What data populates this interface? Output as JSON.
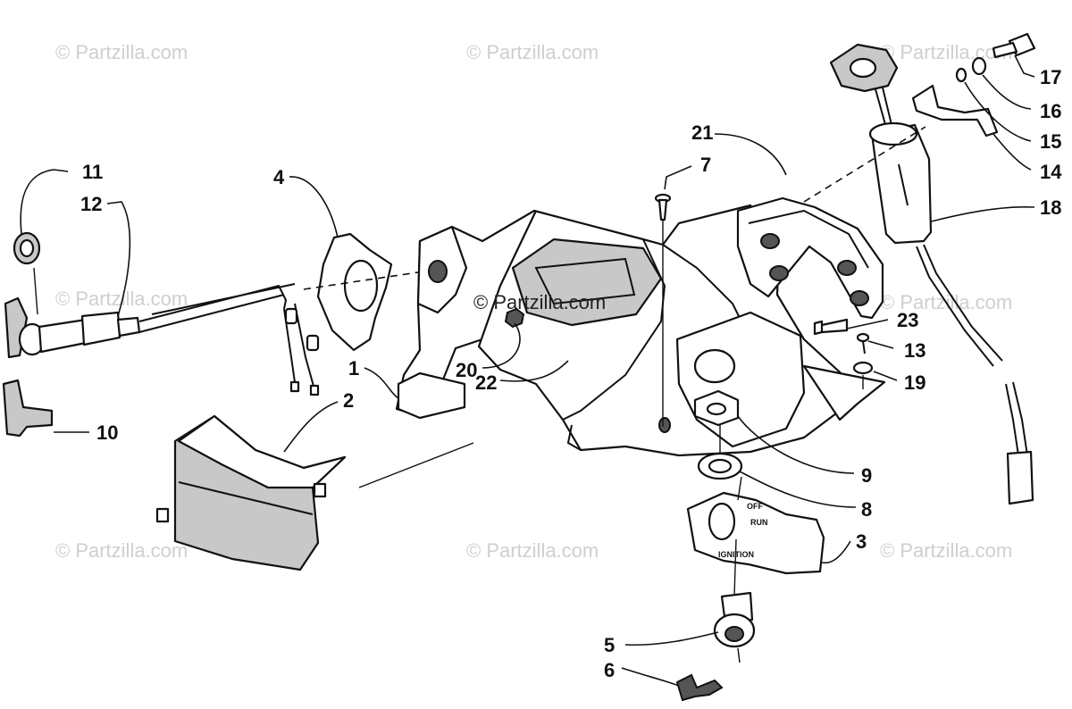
{
  "watermark": {
    "text": "© Partzilla.com",
    "center_text": "© Partzilla.com"
  },
  "switch_labels": {
    "off": "OFF",
    "run": "RUN",
    "ignition": "IGNITION"
  },
  "callouts": [
    {
      "id": "1",
      "label": "1"
    },
    {
      "id": "2",
      "label": "2"
    },
    {
      "id": "3",
      "label": "3"
    },
    {
      "id": "4",
      "label": "4"
    },
    {
      "id": "5",
      "label": "5"
    },
    {
      "id": "6",
      "label": "6"
    },
    {
      "id": "7",
      "label": "7"
    },
    {
      "id": "8",
      "label": "8"
    },
    {
      "id": "9",
      "label": "9"
    },
    {
      "id": "10",
      "label": "10"
    },
    {
      "id": "11",
      "label": "11"
    },
    {
      "id": "12",
      "label": "12"
    },
    {
      "id": "13",
      "label": "13"
    },
    {
      "id": "14",
      "label": "14"
    },
    {
      "id": "15",
      "label": "15"
    },
    {
      "id": "16",
      "label": "16"
    },
    {
      "id": "17",
      "label": "17"
    },
    {
      "id": "18",
      "label": "18"
    },
    {
      "id": "19",
      "label": "19"
    },
    {
      "id": "20",
      "label": "20"
    },
    {
      "id": "21",
      "label": "21"
    },
    {
      "id": "22",
      "label": "22"
    },
    {
      "id": "23",
      "label": "23"
    }
  ]
}
